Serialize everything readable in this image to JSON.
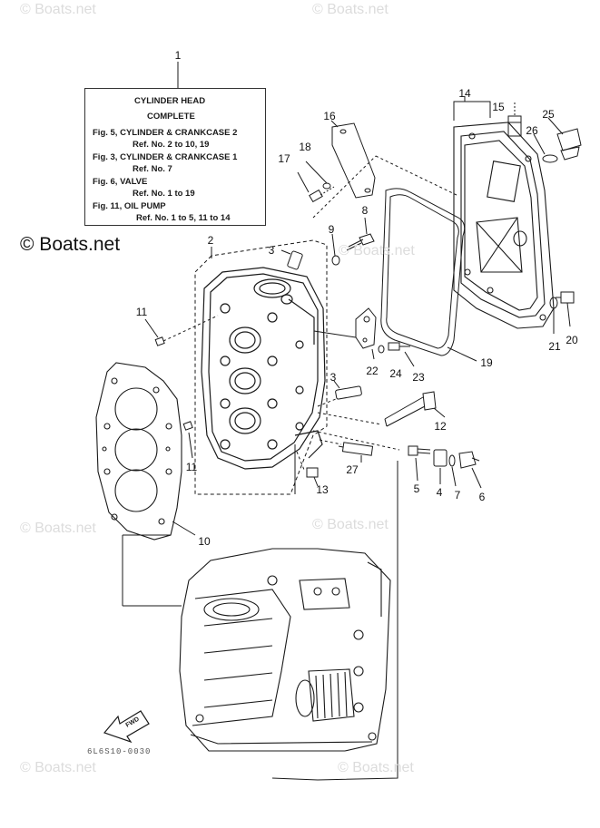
{
  "watermark": "© Boats.net",
  "copyright": "© Boats.net",
  "note_box": {
    "lines": [
      "CYLINDER HEAD",
      "COMPLETE",
      "Fig. 5, CYLINDER & CRANKCASE 2",
      "Ref. No. 2 to 10, 19",
      "Fig. 3, CYLINDER & CRANKCASE 1",
      "Ref. No. 7",
      "Fig. 6, VALVE",
      "Ref. No. 1 to 19",
      "Fig. 11, OIL PUMP",
      "Ref. No. 1 to 5, 11 to 14"
    ]
  },
  "callouts": {
    "c1": "1",
    "c2": "2",
    "c3a": "3",
    "c3b": "3",
    "c4": "4",
    "c5": "5",
    "c6": "6",
    "c7": "7",
    "c8": "8",
    "c9": "9",
    "c10": "10",
    "c11a": "11",
    "c11b": "11",
    "c12": "12",
    "c13": "13",
    "c14": "14",
    "c15": "15",
    "c16": "16",
    "c17": "17",
    "c18": "18",
    "c19": "19",
    "c20": "20",
    "c21": "21",
    "c22": "22",
    "c23": "23",
    "c24": "24",
    "c25": "25",
    "c26": "26",
    "c27": "27"
  },
  "fwd_label": "FWD",
  "catalog_code": "6L6S10-0030"
}
